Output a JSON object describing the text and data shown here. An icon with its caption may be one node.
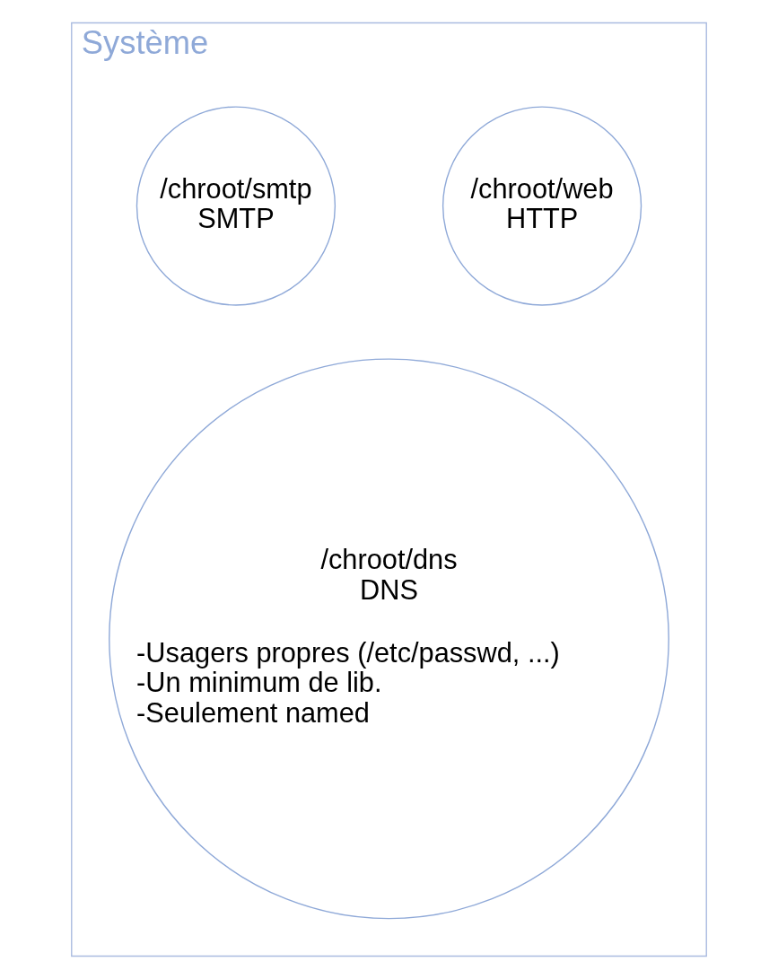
{
  "diagram": {
    "nodes": [
      {
        "text": [
          "Système"
        ]
      },
      {
        "text": [
          "/chroot/web",
          "HTTP"
        ],
        "in": 0
      },
      {
        "text": [
          "/chroot/smtp",
          "SMTP"
        ],
        "in": 0
      },
      {
        "text": [
          "/chroot/dns",
          "DNS",
          "-Usagers propres (/etc/passwd, ...)",
          "-Un minimum de lib.",
          "-Seulement named"
        ],
        "in": 0
      }
    ]
  }
}
